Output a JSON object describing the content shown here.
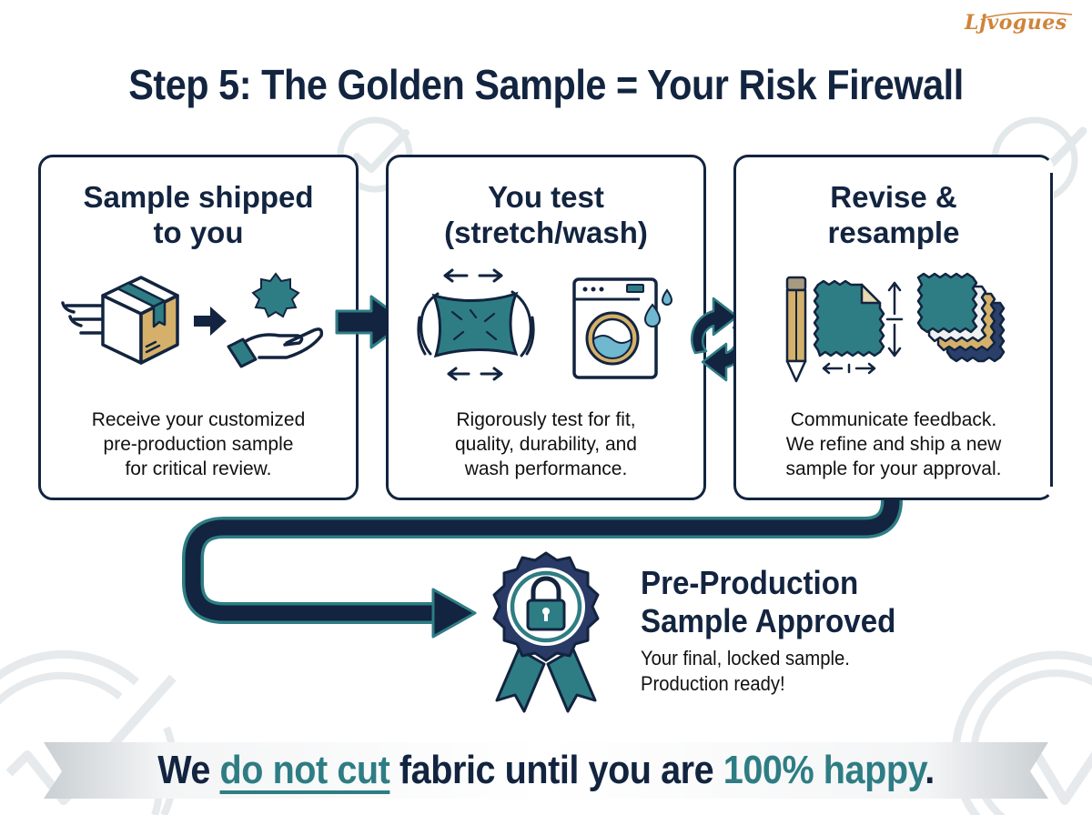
{
  "brand": {
    "logo_text": "Ljvogues",
    "logo_color": "#d0843a"
  },
  "title": "Step 5: The Golden Sample = Your Risk Firewall",
  "colors": {
    "navy": "#12243f",
    "teal": "#2e7d84",
    "tan": "#d4b06a",
    "light_blue": "#6fb8cf",
    "watermark": "#e3e8ea"
  },
  "steps": [
    {
      "title_line1": "Sample shipped",
      "title_line2": "to you",
      "icon": "shipping-box-to-hand-icon",
      "desc_line1": "Receive your customized",
      "desc_line2": "pre-production sample",
      "desc_line3": "for critical review."
    },
    {
      "title_line1": "You test",
      "title_line2": "(stretch/wash)",
      "icon": "stretch-fabric-and-washing-machine-icon",
      "desc_line1": "Rigorously test for fit,",
      "desc_line2": "quality, durability, and",
      "desc_line3": "wash performance."
    },
    {
      "title_line1": "Revise &",
      "title_line2": "resample",
      "icon": "pencil-and-fabric-swatches-icon",
      "desc_line1": "Communicate feedback.",
      "desc_line2": "We refine and ship a new",
      "desc_line3": "sample for your approval."
    }
  ],
  "connectors": [
    "right-arrow-icon",
    "cycle-arrows-icon",
    "return-path-arrow"
  ],
  "result": {
    "icon": "locked-award-badge-icon",
    "title_line1": "Pre-Production",
    "title_line2": "Sample Approved",
    "desc_line1": "Your final, locked sample.",
    "desc_line2": "Production ready!"
  },
  "banner": {
    "part1": "We ",
    "part2_highlight_underlined": "do not cut",
    "part3": " fabric until you are ",
    "part4_highlight": "100% happy",
    "part5": "."
  }
}
